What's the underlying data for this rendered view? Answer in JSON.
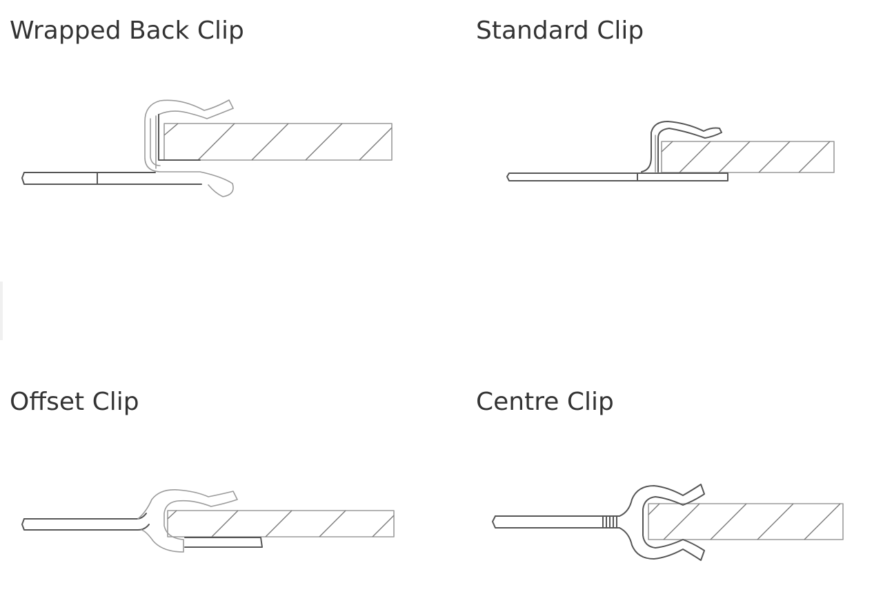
{
  "diagrams": [
    {
      "id": "wrapped-back",
      "title": "Wrapped Back Clip"
    },
    {
      "id": "standard",
      "title": "Standard Clip"
    },
    {
      "id": "offset",
      "title": "Offset Clip"
    },
    {
      "id": "centre",
      "title": "Centre Clip"
    }
  ],
  "colors": {
    "text": "#333333",
    "line": "#555555",
    "line_light": "#9a9a9a"
  }
}
